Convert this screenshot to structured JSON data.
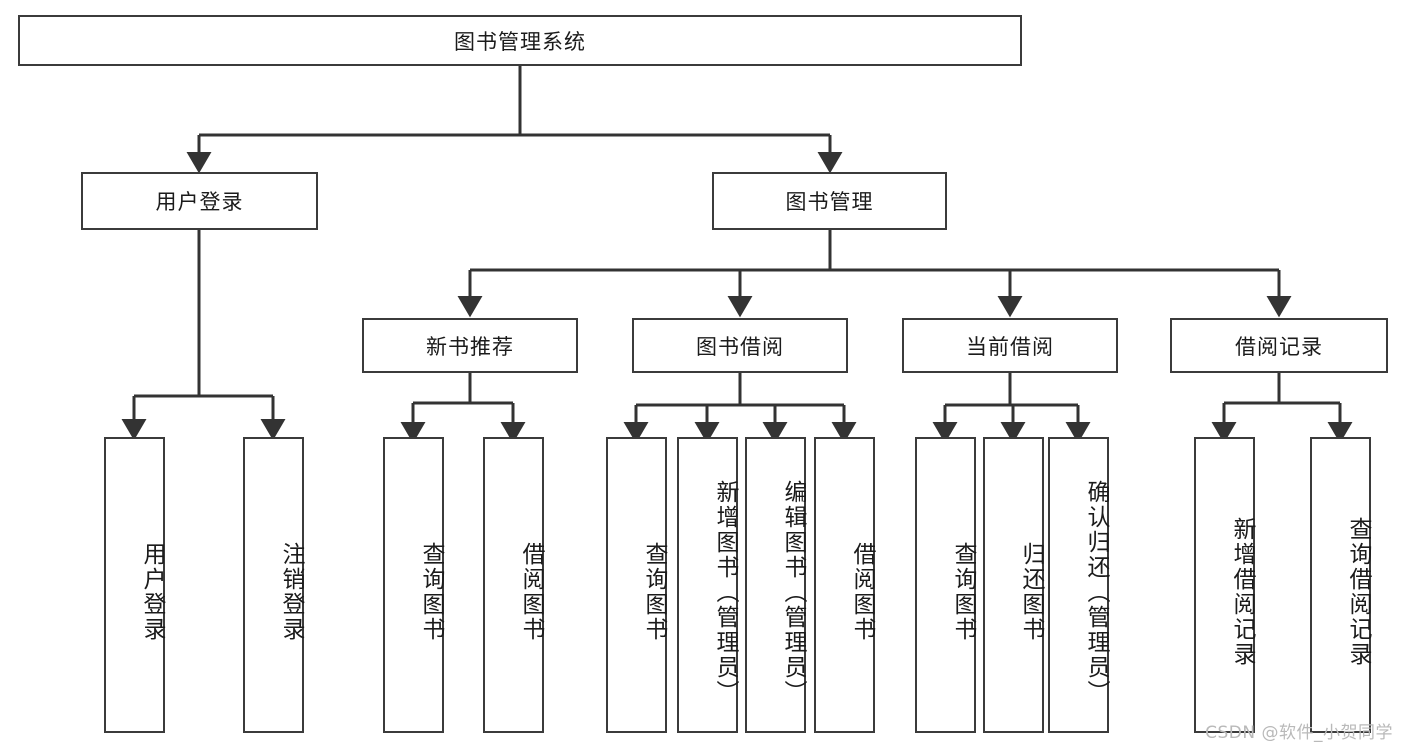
{
  "diagram": {
    "type": "tree",
    "title": "图书管理系统",
    "watermark": "CSDN @软件_小贺同学",
    "style": {
      "box_border_color": "#3b3b3b",
      "box_fill_color": "#ffffff",
      "line_color": "#333333",
      "background": "#ffffff",
      "text_color": "#1b1b1b"
    },
    "nodes": {
      "root": {
        "label": "图书管理系统"
      },
      "l1": [
        {
          "label": "用户登录"
        },
        {
          "label": "图书管理"
        }
      ],
      "l2": [
        {
          "label": "新书推荐"
        },
        {
          "label": "图书借阅"
        },
        {
          "label": "当前借阅"
        },
        {
          "label": "借阅记录"
        }
      ],
      "leaves": {
        "user_login": [
          {
            "label": "用户登录"
          },
          {
            "label": "注销登录"
          }
        ],
        "new_book_rec": [
          {
            "label": "查询图书"
          },
          {
            "label": "借阅图书"
          }
        ],
        "book_borrow": [
          {
            "label": "查询图书"
          },
          {
            "label": "新增图书（管理员）"
          },
          {
            "label": "编辑图书（管理员）"
          },
          {
            "label": "借阅图书"
          }
        ],
        "current_borrow": [
          {
            "label": "查询图书"
          },
          {
            "label": "归还图书"
          },
          {
            "label": "确认归还（管理员）"
          }
        ],
        "borrow_record": [
          {
            "label": "新增借阅记录"
          },
          {
            "label": "查询借阅记录"
          }
        ]
      }
    }
  }
}
